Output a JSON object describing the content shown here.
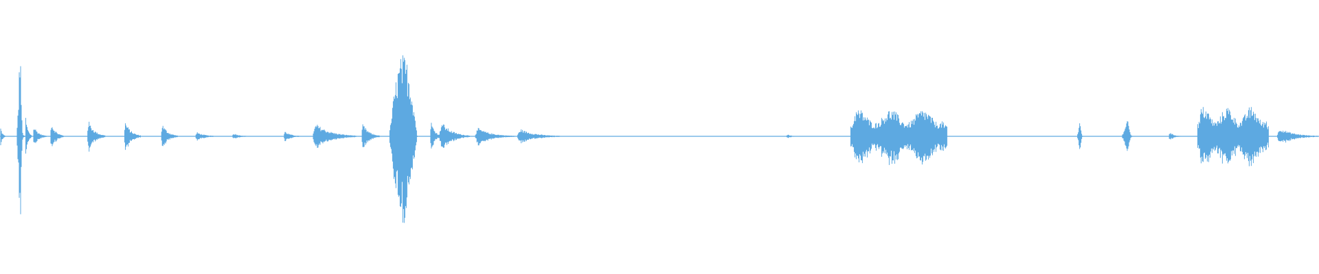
{
  "waveform": {
    "color": "#5DA9E1",
    "background": "#FFFFFF",
    "duration_fraction_segments": [
      {
        "start": 0.0,
        "end": 0.004,
        "amp": 0.1,
        "kind": "burst"
      },
      {
        "start": 0.013,
        "end": 0.019,
        "amp": 0.68,
        "kind": "spike"
      },
      {
        "start": 0.019,
        "end": 0.024,
        "amp": 0.2,
        "kind": "burst"
      },
      {
        "start": 0.025,
        "end": 0.035,
        "amp": 0.1,
        "kind": "burst"
      },
      {
        "start": 0.038,
        "end": 0.048,
        "amp": 0.14,
        "kind": "burst"
      },
      {
        "start": 0.066,
        "end": 0.08,
        "amp": 0.15,
        "kind": "burst"
      },
      {
        "start": 0.094,
        "end": 0.107,
        "amp": 0.14,
        "kind": "burst"
      },
      {
        "start": 0.122,
        "end": 0.135,
        "amp": 0.12,
        "kind": "burst"
      },
      {
        "start": 0.148,
        "end": 0.165,
        "amp": 0.04,
        "kind": "burst"
      },
      {
        "start": 0.176,
        "end": 0.19,
        "amp": 0.03,
        "kind": "burst"
      },
      {
        "start": 0.215,
        "end": 0.228,
        "amp": 0.05,
        "kind": "burst"
      },
      {
        "start": 0.237,
        "end": 0.27,
        "amp": 0.12,
        "kind": "burst"
      },
      {
        "start": 0.274,
        "end": 0.288,
        "amp": 0.12,
        "kind": "burst"
      },
      {
        "start": 0.295,
        "end": 0.325,
        "amp": 0.6,
        "kind": "main"
      },
      {
        "start": 0.326,
        "end": 0.335,
        "amp": 0.15,
        "kind": "burst"
      },
      {
        "start": 0.333,
        "end": 0.356,
        "amp": 0.14,
        "kind": "burst"
      },
      {
        "start": 0.36,
        "end": 0.39,
        "amp": 0.08,
        "kind": "burst"
      },
      {
        "start": 0.392,
        "end": 0.425,
        "amp": 0.07,
        "kind": "burst"
      },
      {
        "start": 0.596,
        "end": 0.606,
        "amp": 0.02,
        "kind": "burst"
      },
      {
        "start": 0.645,
        "end": 0.718,
        "amp": 0.2,
        "kind": "dense"
      },
      {
        "start": 0.817,
        "end": 0.822,
        "amp": 0.13,
        "kind": "spike"
      },
      {
        "start": 0.851,
        "end": 0.861,
        "amp": 0.13,
        "kind": "spike"
      },
      {
        "start": 0.886,
        "end": 0.896,
        "amp": 0.04,
        "kind": "burst"
      },
      {
        "start": 0.908,
        "end": 0.962,
        "amp": 0.22,
        "kind": "dense"
      },
      {
        "start": 0.968,
        "end": 0.999,
        "amp": 0.08,
        "kind": "burst"
      }
    ]
  }
}
